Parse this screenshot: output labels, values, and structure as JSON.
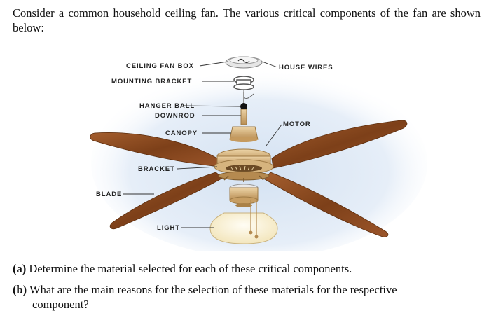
{
  "intro": "Consider a common household ceiling fan. The various critical components of the fan are shown below:",
  "labels": {
    "ceiling_fan_box": "CEILING FAN BOX",
    "mounting_bracket": "MOUNTING BRACKET",
    "hanger_ball": "HANGER BALL",
    "downrod": "DOWNROD",
    "canopy": "CANOPY",
    "bracket": "BRACKET",
    "blade": "BLADE",
    "light": "LIGHT",
    "house_wires": "HOUSE WIRES",
    "motor": "MOTOR"
  },
  "questions": {
    "a_marker": "(a)",
    "a_text": "Determine the material selected for each of these critical components.",
    "b_marker": "(b)",
    "b_text_line1": "What are the main reasons for the selection of these materials for the respective",
    "b_text_line2": "component?"
  },
  "colors": {
    "blade_wood": "#8a4a22",
    "brass": "#c9a36b",
    "sky": "#dbe6f3",
    "glass": "#fbf3dd"
  }
}
